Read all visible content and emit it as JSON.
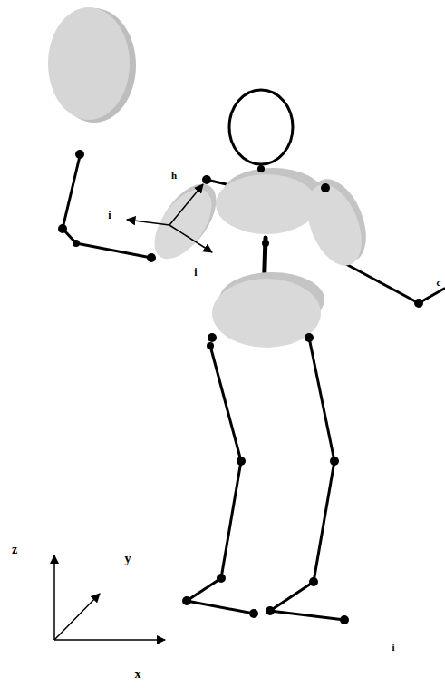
{
  "diagram": {
    "labels": [
      "h",
      "i",
      "i",
      "c",
      "z",
      "y",
      "i",
      "x"
    ]
  }
}
